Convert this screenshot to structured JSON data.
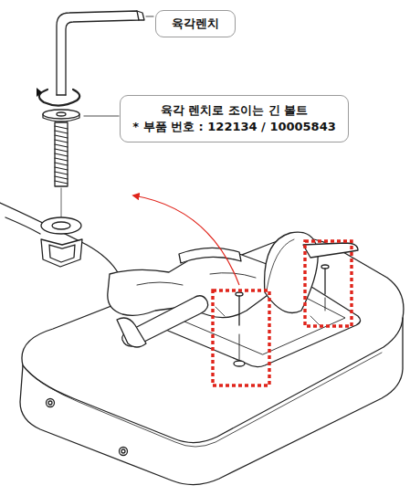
{
  "diagram": {
    "nodes": [
      {
        "text": [
          "육각렌치"
        ]
      },
      {
        "text": [
          "육각 렌치로 조이는 긴 볼트",
          "* 부품 번호 : 122134 / 10005843"
        ]
      }
    ]
  }
}
